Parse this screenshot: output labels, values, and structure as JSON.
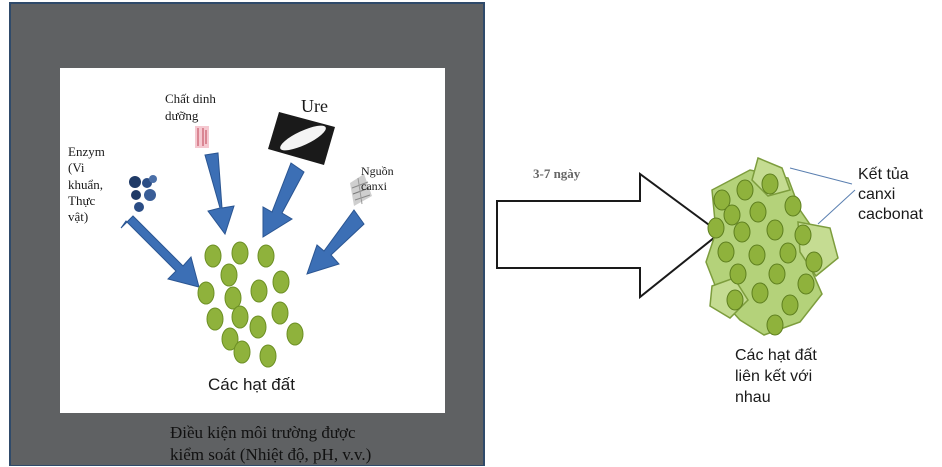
{
  "left_panel": {
    "enzyme_lines": [
      "Enzym",
      "(Vi",
      "khuẩn,",
      "Thực",
      "vật)"
    ],
    "nutrient_lines": [
      "Chất dinh",
      "dưỡng"
    ],
    "urea": "Ure",
    "calcium_lines": [
      "Nguồn",
      "canxi"
    ],
    "particles_label": "Các hạt đất",
    "conditions_lines": [
      "Điều kiện môi trường được",
      "kiểm soát (Nhiệt độ, pH, v.v.)"
    ]
  },
  "arrow": {
    "duration": "3-7 ngày"
  },
  "right_panel": {
    "precipitate_lines": [
      "Kết tủa",
      "canxi",
      "cacbonat"
    ],
    "bonded_lines": [
      "Các hạt đất",
      "liên kết với",
      "nhau"
    ]
  },
  "colors": {
    "frame": "#5f6163",
    "frame_border": "#2f4a6a",
    "blue_arrow": "#3c6fb5",
    "particle": "#8fb23c",
    "particle_edge": "#5e7f1f",
    "precipitate": "#b4d27a"
  }
}
